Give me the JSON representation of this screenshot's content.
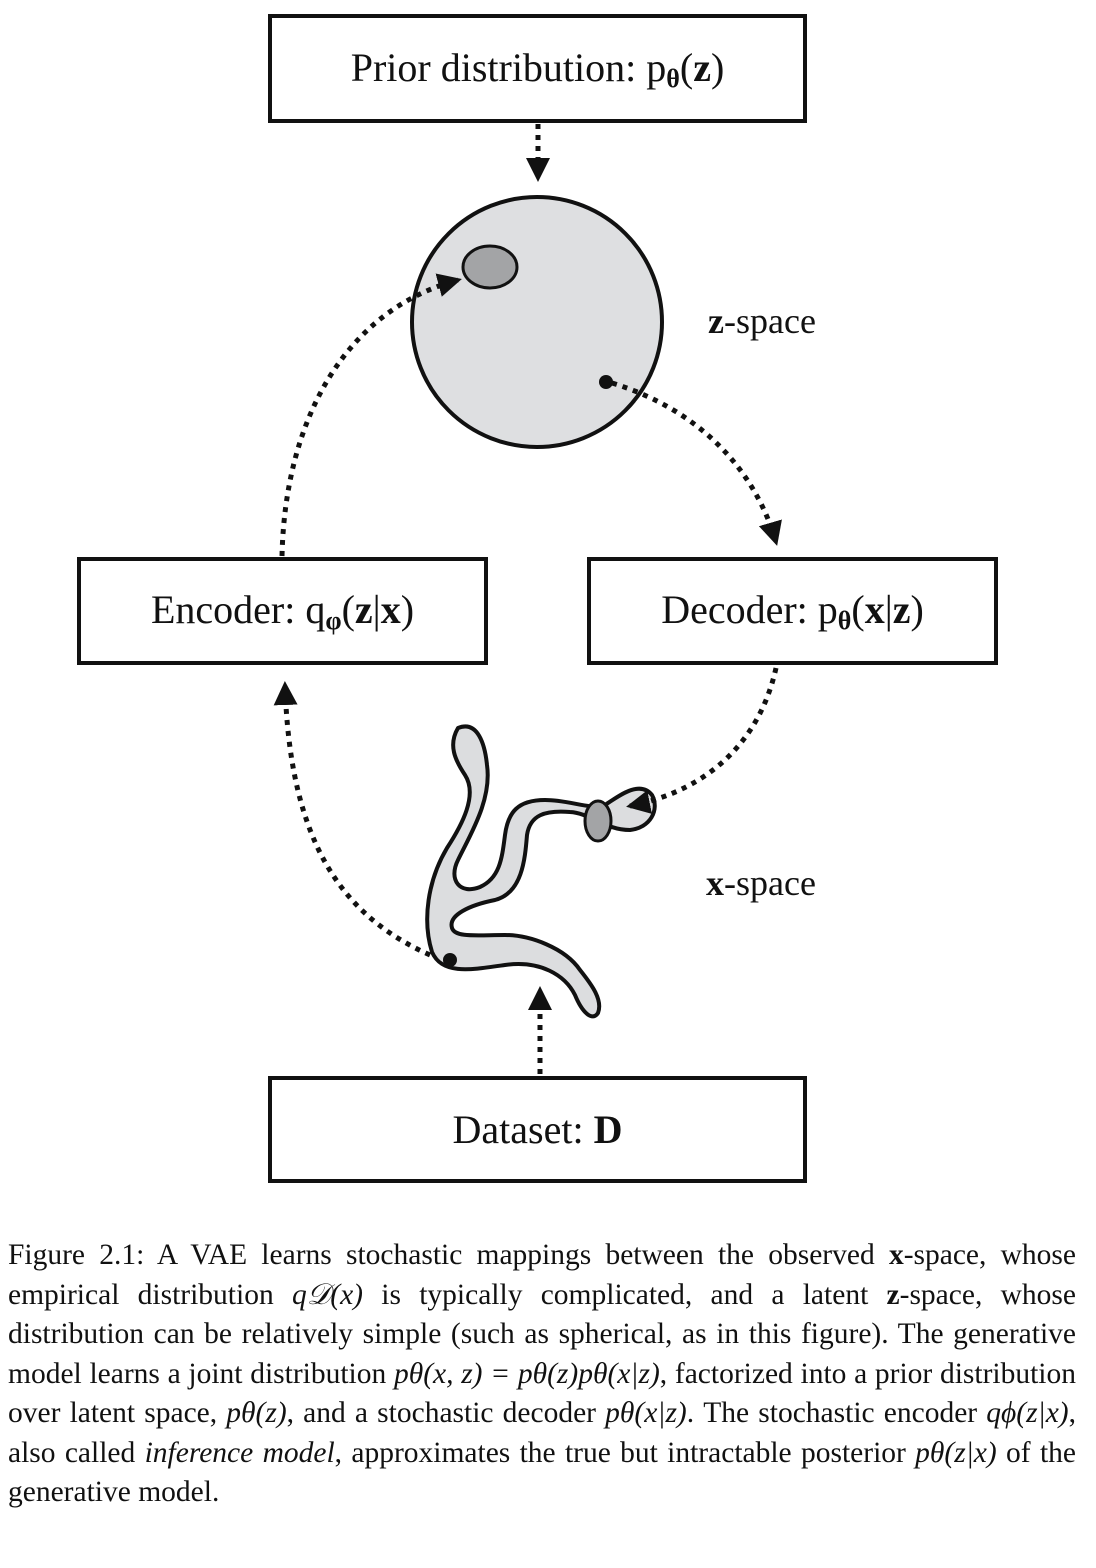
{
  "boxes": {
    "prior": {
      "prefix": "Prior distribution: p",
      "sub": "θ",
      "open": "(",
      "var": "z",
      "close": ")"
    },
    "encoder": {
      "prefix": "Encoder: q",
      "sub": "φ",
      "open": "(",
      "var1": "z",
      "bar": "|",
      "var2": "x",
      "close": ")"
    },
    "decoder": {
      "prefix": "Decoder: p",
      "sub": "θ",
      "open": "(",
      "var1": "x",
      "bar": "|",
      "var2": "z",
      "close": ")"
    },
    "dataset": {
      "prefix": "Dataset: ",
      "var": "D"
    }
  },
  "labels": {
    "z_space": {
      "var": "z",
      "text": "-space"
    },
    "x_space": {
      "var": "x",
      "text": "-space"
    }
  },
  "caption": {
    "full": "Figure 2.1: A VAE learns stochastic mappings between the observed x-space, whose empirical distribution q𝒟(x) is typically complicated, and a latent z-space, whose distribution can be relatively simple (such as spherical, as in this figure). The generative model learns a joint distribution pθ(x, z) = pθ(z)pθ(x|z), factorized into a prior distribution over latent space, pθ(z), and a stochastic decoder pθ(x|z). The stochastic encoder qϕ(z|x), also called inference model, approximates the true but intractable posterior pθ(z|x) of the generative model.",
    "part1": "Figure 2.1: A VAE learns stochastic mappings between the observed ",
    "part2": "-space, whose empirical distribution ",
    "part3": " is typically complicated, and a latent ",
    "part4": "-space, whose distribution can be relatively simple (such as spherical, as in this figure). The generative model learns a joint distribution ",
    "part5": ", factorized into a prior distribution over latent space, ",
    "part6": ", and a stochastic decoder ",
    "part7": ". The stochastic encoder ",
    "part8": ", also called ",
    "part9": ", approximates the true but intractable posterior ",
    "part10": " of the generative model.",
    "x": "x",
    "z": "z",
    "qd": "q𝒟(x)",
    "joint": "pθ(x, z) = pθ(z)pθ(x|z)",
    "prior_expr": "pθ(z)",
    "decoder_expr": "pθ(x|z)",
    "encoder_expr": "qϕ(z|x)",
    "inference_model": "inference model",
    "posterior_expr": "pθ(z|x)"
  },
  "colors": {
    "stroke": "#111111",
    "sphere_fill": "#dedfe1",
    "blob_fill": "#a3a4a6",
    "worm_fill": "#dcdddf"
  }
}
